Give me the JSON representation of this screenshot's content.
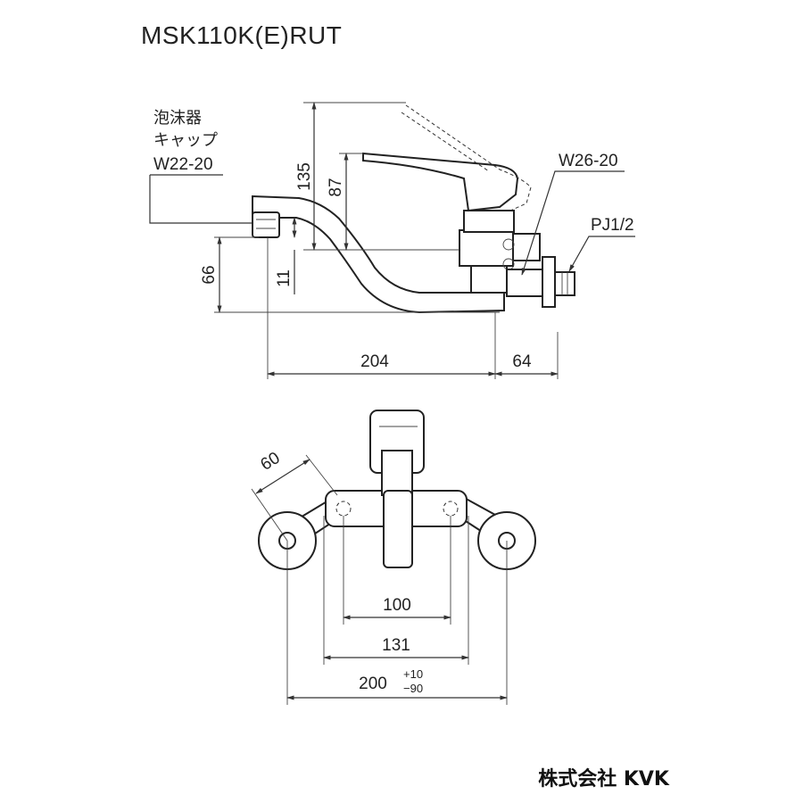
{
  "header": {
    "model": "MSK110K(E)RUT"
  },
  "footer": {
    "maker": "株式会社 KVK"
  },
  "callouts": {
    "aerator_line1": "泡沫器",
    "aerator_line2": "キャップ",
    "aerator_thread": "W22-20",
    "nut_thread": "W26-20",
    "inlet_thread": "PJ1/2"
  },
  "side_dims": {
    "handle_swing": "135",
    "handle_height": "87",
    "spout_offset": "11",
    "spout_height": "66",
    "spout_reach": "204",
    "wall_depth": "64"
  },
  "front_dims": {
    "angle_dim": "60",
    "inner_span": "100",
    "mid_span": "131",
    "outer_span": "200",
    "tol_plus": "+10",
    "tol_minus": "−90"
  }
}
